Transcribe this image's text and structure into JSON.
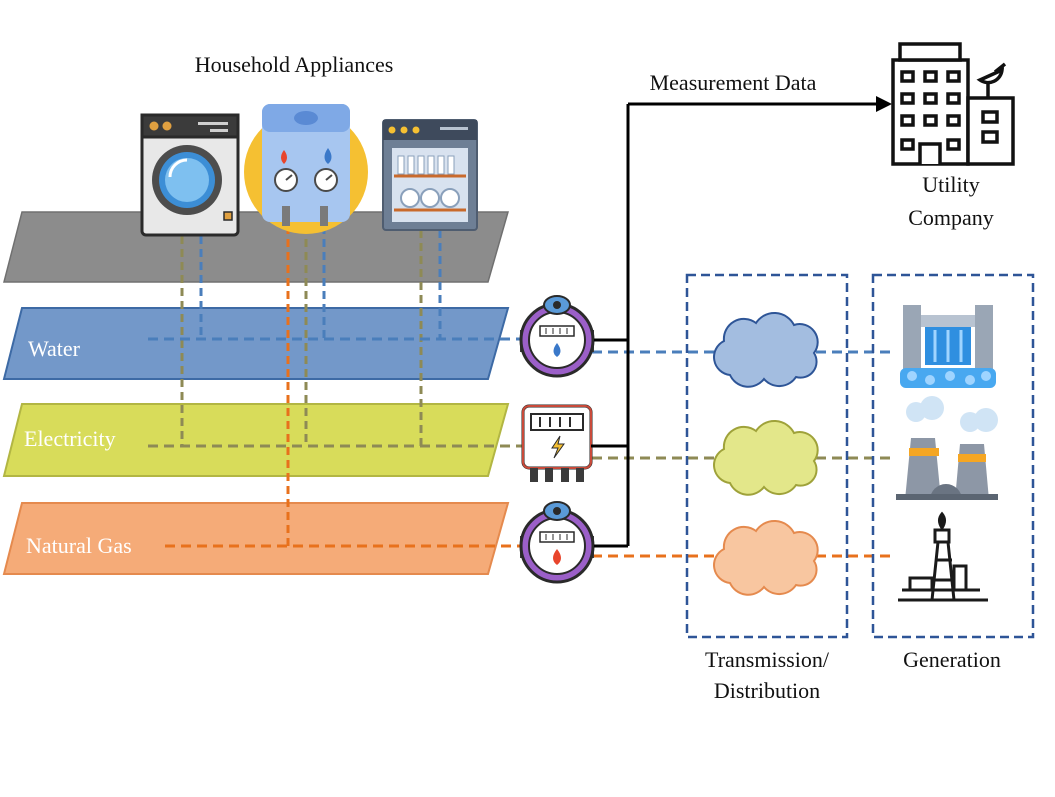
{
  "title": "Household Appliances",
  "measurement_label": "Measurement Data",
  "utility": {
    "line1": "Utility",
    "line2": "Company"
  },
  "layers": {
    "water": "Water",
    "electricity": "Electricity",
    "gas": "Natural Gas"
  },
  "transmission": {
    "line1": "Transmission/",
    "line2": "Distribution"
  },
  "generation": "Generation",
  "colors": {
    "water": "#4a7ebb",
    "electricity": "#8e8a55",
    "gas": "#e8711c",
    "water_fill": "#7398c9",
    "electricity_fill": "#d8dc5a",
    "gas_fill": "#f5ab78",
    "device_plane": "#8c8c8c",
    "box_border": "#2e5597"
  }
}
